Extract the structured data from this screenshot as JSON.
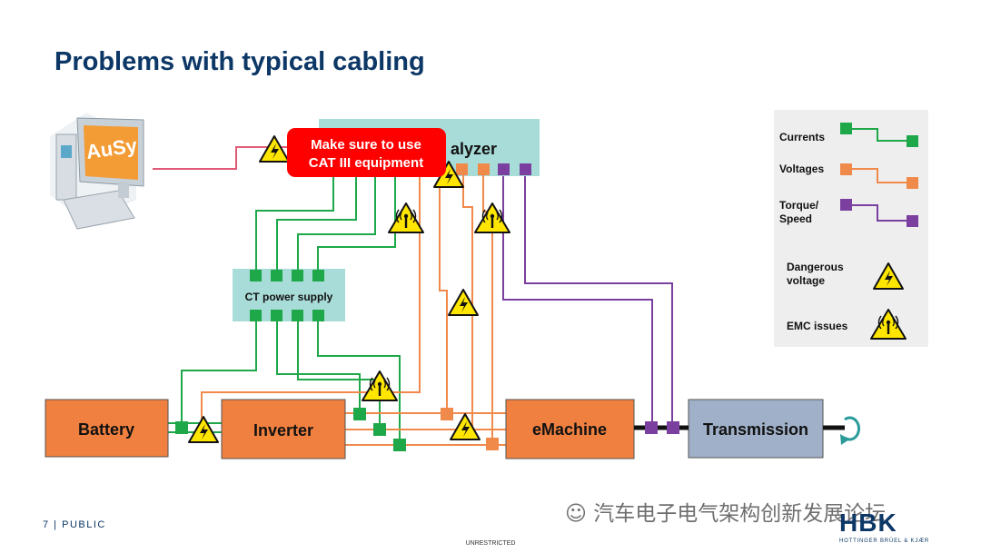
{
  "slide": {
    "title": "Problems with typical cabling",
    "page_number": "7",
    "classification": "PUBLIC",
    "footer_center": "UNRESTRICTED"
  },
  "computer": {
    "label": "AuSy"
  },
  "analyzer": {
    "label_partial": "alyzer"
  },
  "callout": {
    "line1": "Make sure to use",
    "line2": "CAT III equipment",
    "color": "#ff0000"
  },
  "ct_power_supply": {
    "label": "CT power supply"
  },
  "components": {
    "battery": "Battery",
    "inverter": "Inverter",
    "emachine": "eMachine",
    "transmission": "Transmission"
  },
  "legend": {
    "currents": "Currents",
    "voltages": "Voltages",
    "torque_speed_line1": "Torque/",
    "torque_speed_line2": "Speed",
    "dangerous_line1": "Dangerous",
    "dangerous_line2": "voltage",
    "emc": "EMC issues"
  },
  "colors": {
    "currents": "#1ea84a",
    "voltages": "#f08a4b",
    "torque_speed": "#7b3fa0",
    "component_fill": "#f08040",
    "transmission_fill": "#9fb0c8",
    "teal_fill": "#a8dcd8",
    "title": "#0c3766",
    "warning_yellow": "#ffe600"
  },
  "watermark": {
    "text": "汽车电子电气架构创新发展论坛"
  },
  "logo": {
    "text": "HBK",
    "subtitle": "HOTTINGER BRÜEL & KJÆR"
  }
}
